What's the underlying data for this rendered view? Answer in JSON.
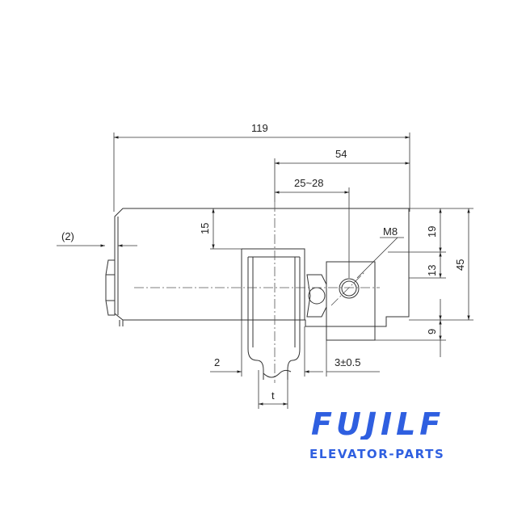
{
  "dimensions": {
    "overall_width": "119",
    "offset_right": "54",
    "adjust_range": "25~28",
    "left_gap": "(2)",
    "height_top": "15",
    "height_19": "19",
    "height_13": "13",
    "height_45": "45",
    "height_9": "9",
    "thread": "M8",
    "clearance": "3±0.5",
    "wall": "2",
    "thickness": "t"
  },
  "brand": {
    "logo": "FUJILF",
    "tagline": "ELEVATOR-PARTS",
    "color": "#2f5fe0"
  }
}
